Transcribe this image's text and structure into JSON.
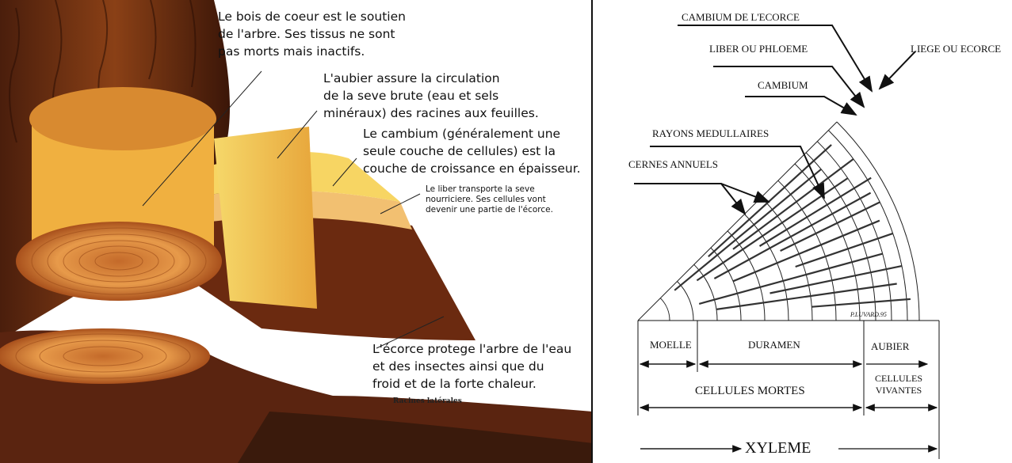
{
  "left_panel": {
    "callouts": {
      "heartwood": [
        "Le bois de coeur est le soutien",
        "de l'arbre. Ses tissus ne sont",
        "pas morts mais inactifs."
      ],
      "sapwood": [
        "L'aubier assure la circulation",
        "de la seve brute (eau et sels",
        "minéraux) des racines aux feuilles."
      ],
      "cambium": [
        "Le cambium (généralement une",
        "seule couche de cellules) est la",
        "couche de croissance en épaisseur."
      ],
      "phloem": [
        "Le liber transporte la seve",
        "nourriciere. Ses cellules vont",
        "devenir une partie de l'écorce."
      ],
      "bark": [
        "L'écorce protege l'arbre de l'eau",
        "et des insectes ainsi que du",
        "froid et de la forte chaleur."
      ]
    },
    "roots_label": "Racines latérales",
    "colors": {
      "wood": "#e7a53a",
      "sapwood": "#f3d35a",
      "bark": "#6b2a10",
      "phloem": "#f2c071"
    }
  },
  "right_panel": {
    "labels": {
      "bark_cambium": "CAMBIUM DE L'ECORCE",
      "phloem": "LIBER OU PHLOEME",
      "cork": "LIEGE OU ECORCE",
      "cambium": "CAMBIUM",
      "rays": "RAYONS MEDULLAIRES",
      "rings": "CERNES ANNUELS",
      "pith": "MOELLE",
      "heartwood": "DURAMEN",
      "sapwood": "AUBIER",
      "dead_cells": "CELLULES MORTES",
      "living_cells": [
        "CELLULES",
        "VIVANTES"
      ],
      "xylem": "XYLEME",
      "signature": "P.LUVARD.95"
    }
  }
}
